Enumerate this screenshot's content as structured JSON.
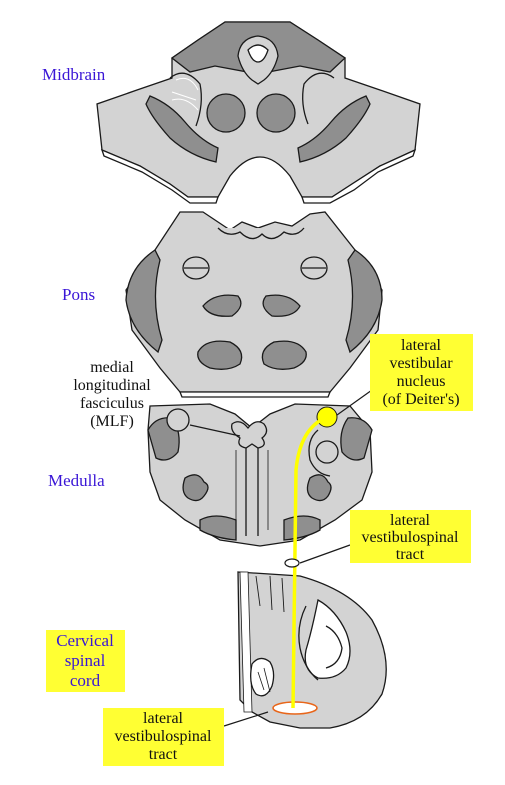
{
  "labels": {
    "midbrain": "Midbrain",
    "pons": "Pons",
    "medulla": "Medulla",
    "cervical": [
      "Cervical",
      "spinal",
      "cord"
    ],
    "mlf": [
      "medial",
      "longitudinal",
      "fasciculus",
      "(MLF)"
    ],
    "lvn": [
      "lateral",
      "vestibular",
      "nucleus",
      "(of Deiter's)"
    ],
    "lvst_upper": [
      "lateral",
      "vestibulospinal",
      "tract"
    ],
    "lvst_lower": [
      "lateral",
      "vestibulospinal",
      "tract"
    ]
  },
  "colors": {
    "region_label": "#3a16d6",
    "highlight": "#ffff33",
    "pathway": "#ffff00",
    "tract_outline": "#e8661a",
    "tissue_light": "#d3d3d3",
    "tissue_dark": "#8f8f8f",
    "outline": "#1a1a1a"
  }
}
